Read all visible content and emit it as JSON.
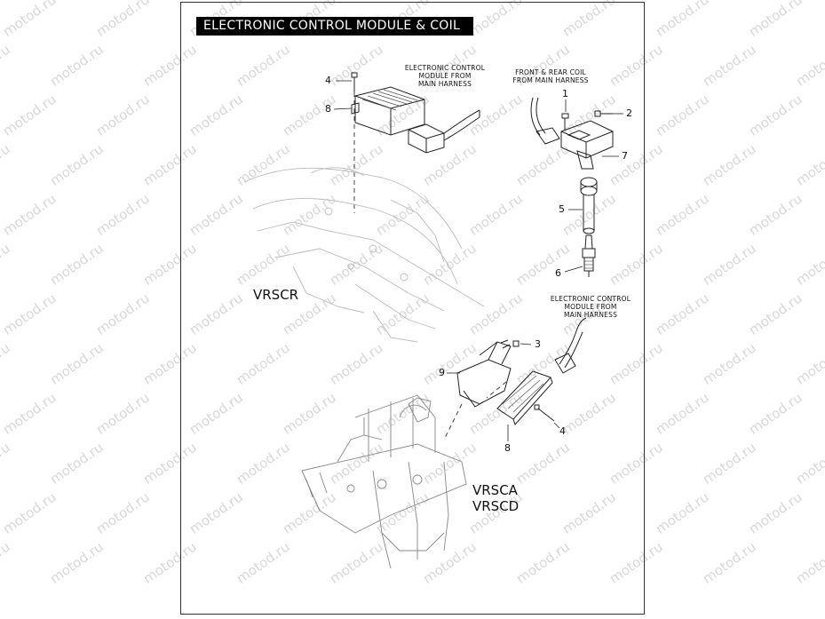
{
  "title": "ELECTRONIC CONTROL MODULE & COIL",
  "watermark": "motod.ru",
  "callouts": {
    "ecm_top": [
      "ELECTRONIC CONTROL",
      "MODULE FROM",
      "MAIN HARNESS"
    ],
    "coil": [
      "FRONT & REAR COIL",
      "FROM MAIN HARNESS"
    ],
    "ecm_bottom": [
      "ELECTRONIC CONTROL",
      "MODULE FROM",
      "MAIN HARNESS"
    ]
  },
  "models": {
    "top": "VRSCR",
    "bottom": [
      "VRSCA",
      "VRSCD"
    ]
  },
  "part_numbers": {
    "p1": "1",
    "p2": "2",
    "p3": "3",
    "p4_top": "4",
    "p4_bottom": "4",
    "p5": "5",
    "p6": "6",
    "p7": "7",
    "p8_top": "8",
    "p8_bottom": "8",
    "p9": "9"
  }
}
